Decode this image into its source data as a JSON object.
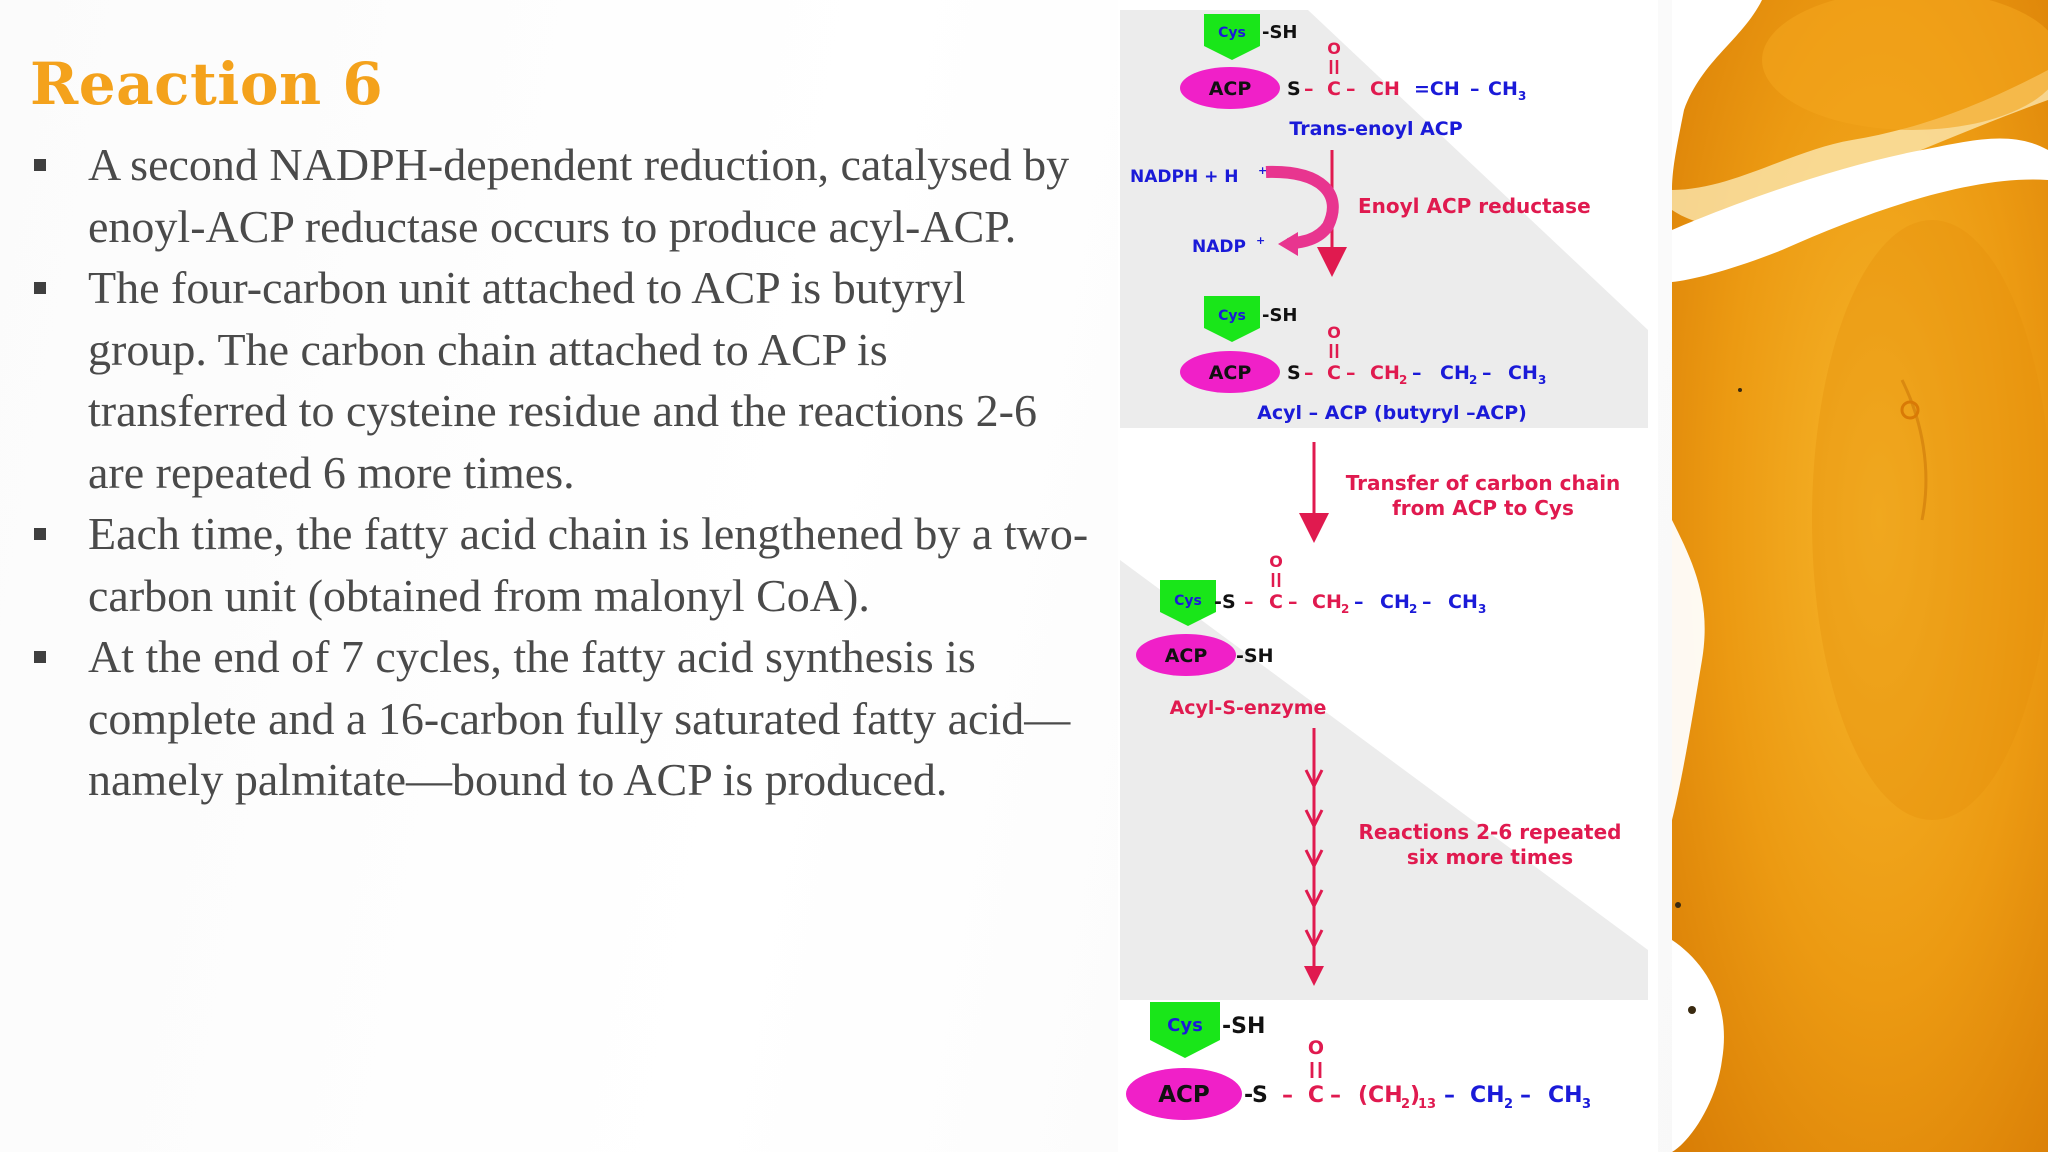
{
  "slide": {
    "title": "Reaction 6",
    "bullets": [
      "A second NADPH-dependent reduction, catalysed by enoyl-ACP reductase occurs to produce acyl-ACP.",
      "The four-carbon unit attached to ACP is butyryl group. The carbon chain attached to ACP is transferred to cysteine residue and the reactions 2-6 are repeated 6 more times.",
      "Each time, the fatty acid chain is lengthened by a two-carbon unit (obtained from malonyl CoA).",
      "At the end of 7 cycles, the fatty acid synthesis is complete and a 16-carbon fully saturated fatty acid—namely palmitate—bound to ACP is produced."
    ]
  },
  "diagram": {
    "colors": {
      "cys_box": "#19e619",
      "acp_oval": "#f020c8",
      "label_blue": "#1a1ad8",
      "arrow_red": "#e01a4f",
      "nadph_arrow": "#e8358f"
    },
    "step1": {
      "cys": "Cys",
      "sh": "-SH",
      "acp": "ACP",
      "o": "O",
      "s": "S",
      "c": "C",
      "ch_a": "CH",
      "ch_b": "=CH",
      "ch3": "CH",
      "sub3": "3",
      "caption": "Trans-enoyl ACP"
    },
    "enzyme1": {
      "nadph": "NADPH + H",
      "plus": "+",
      "nadp": "NADP",
      "nadp_plus": "+",
      "label": "Enoyl ACP reductase"
    },
    "step2": {
      "cys": "Cys",
      "sh": "-SH",
      "acp": "ACP",
      "o": "O",
      "s": "S",
      "c": "C",
      "ch2a": "CH",
      "sub2a": "2",
      "ch2b": "CH",
      "sub2b": "2",
      "ch3": "CH",
      "sub3": "3",
      "caption": "Acyl – ACP (butyryl –ACP)"
    },
    "transfer": {
      "line1": "Transfer of carbon chain",
      "line2": "from ACP to Cys"
    },
    "step3": {
      "cys": "Cys",
      "s": "S",
      "o": "O",
      "c": "C",
      "ch2a": "CH",
      "sub2a": "2",
      "ch2b": "CH",
      "sub2b": "2",
      "ch3": "CH",
      "sub3": "3",
      "acp": "ACP",
      "sh": "-SH",
      "caption": "Acyl-S-enzyme"
    },
    "repeat": {
      "line1": "Reactions 2-6 repeated",
      "line2": "six more times"
    },
    "step4": {
      "cys": "Cys",
      "sh": "-SH",
      "acp": "ACP",
      "o": "O",
      "s": "S",
      "c": "C",
      "chain": "(CH",
      "chain_sub": "2",
      "chain_close": ")",
      "chain_n": "13",
      "ch2": "CH",
      "sub2": "2",
      "ch3": "CH",
      "sub3": "3"
    }
  }
}
